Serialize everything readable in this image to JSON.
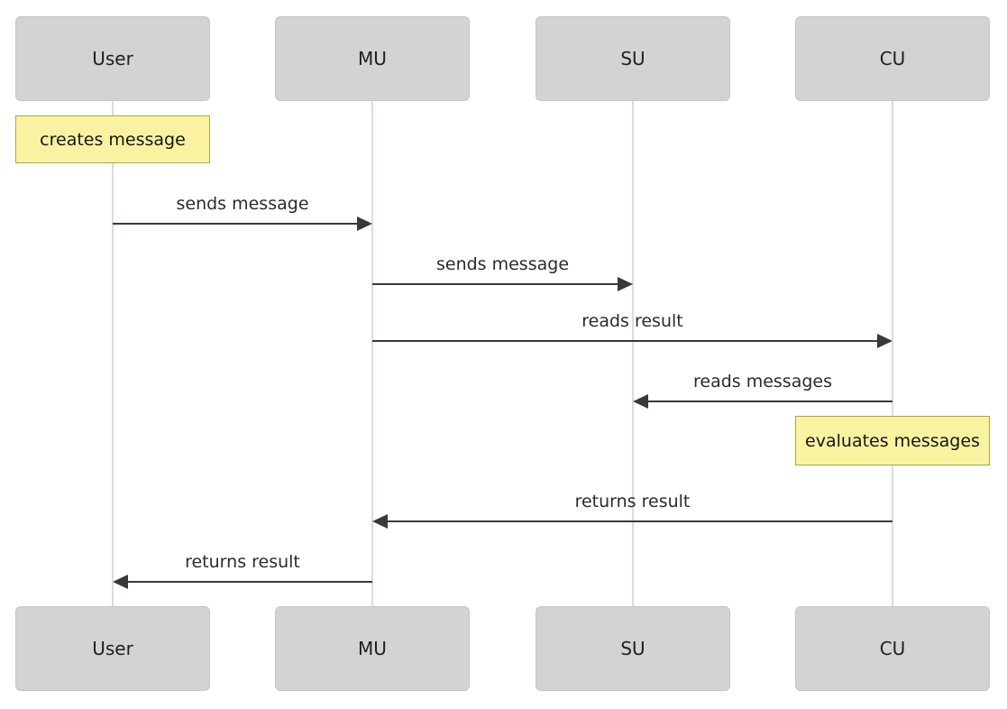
{
  "diagram": {
    "type": "sequence-diagram",
    "actors": [
      {
        "id": "user",
        "label": "User"
      },
      {
        "id": "mu",
        "label": "MU"
      },
      {
        "id": "su",
        "label": "SU"
      },
      {
        "id": "cu",
        "label": "CU"
      }
    ],
    "notes": [
      {
        "label": "creates message",
        "over": "user"
      },
      {
        "label": "evaluates messages",
        "over": "cu"
      }
    ],
    "messages": [
      {
        "label": "sends message",
        "from": "user",
        "to": "mu"
      },
      {
        "label": "sends message",
        "from": "mu",
        "to": "su"
      },
      {
        "label": "reads result",
        "from": "mu",
        "to": "cu"
      },
      {
        "label": "reads messages",
        "from": "cu",
        "to": "su"
      },
      {
        "label": "returns result",
        "from": "cu",
        "to": "mu"
      },
      {
        "label": "returns result",
        "from": "mu",
        "to": "user"
      }
    ],
    "colors": {
      "actor_fill": "#d3d3d3",
      "actor_border": "#c6c6c6",
      "note_fill": "#f9f3a1",
      "note_border": "#a9a93c",
      "lifeline": "#d9d9ee",
      "arrow": "#383838",
      "text": "#1f1f1f",
      "background": "#ffffff"
    }
  }
}
